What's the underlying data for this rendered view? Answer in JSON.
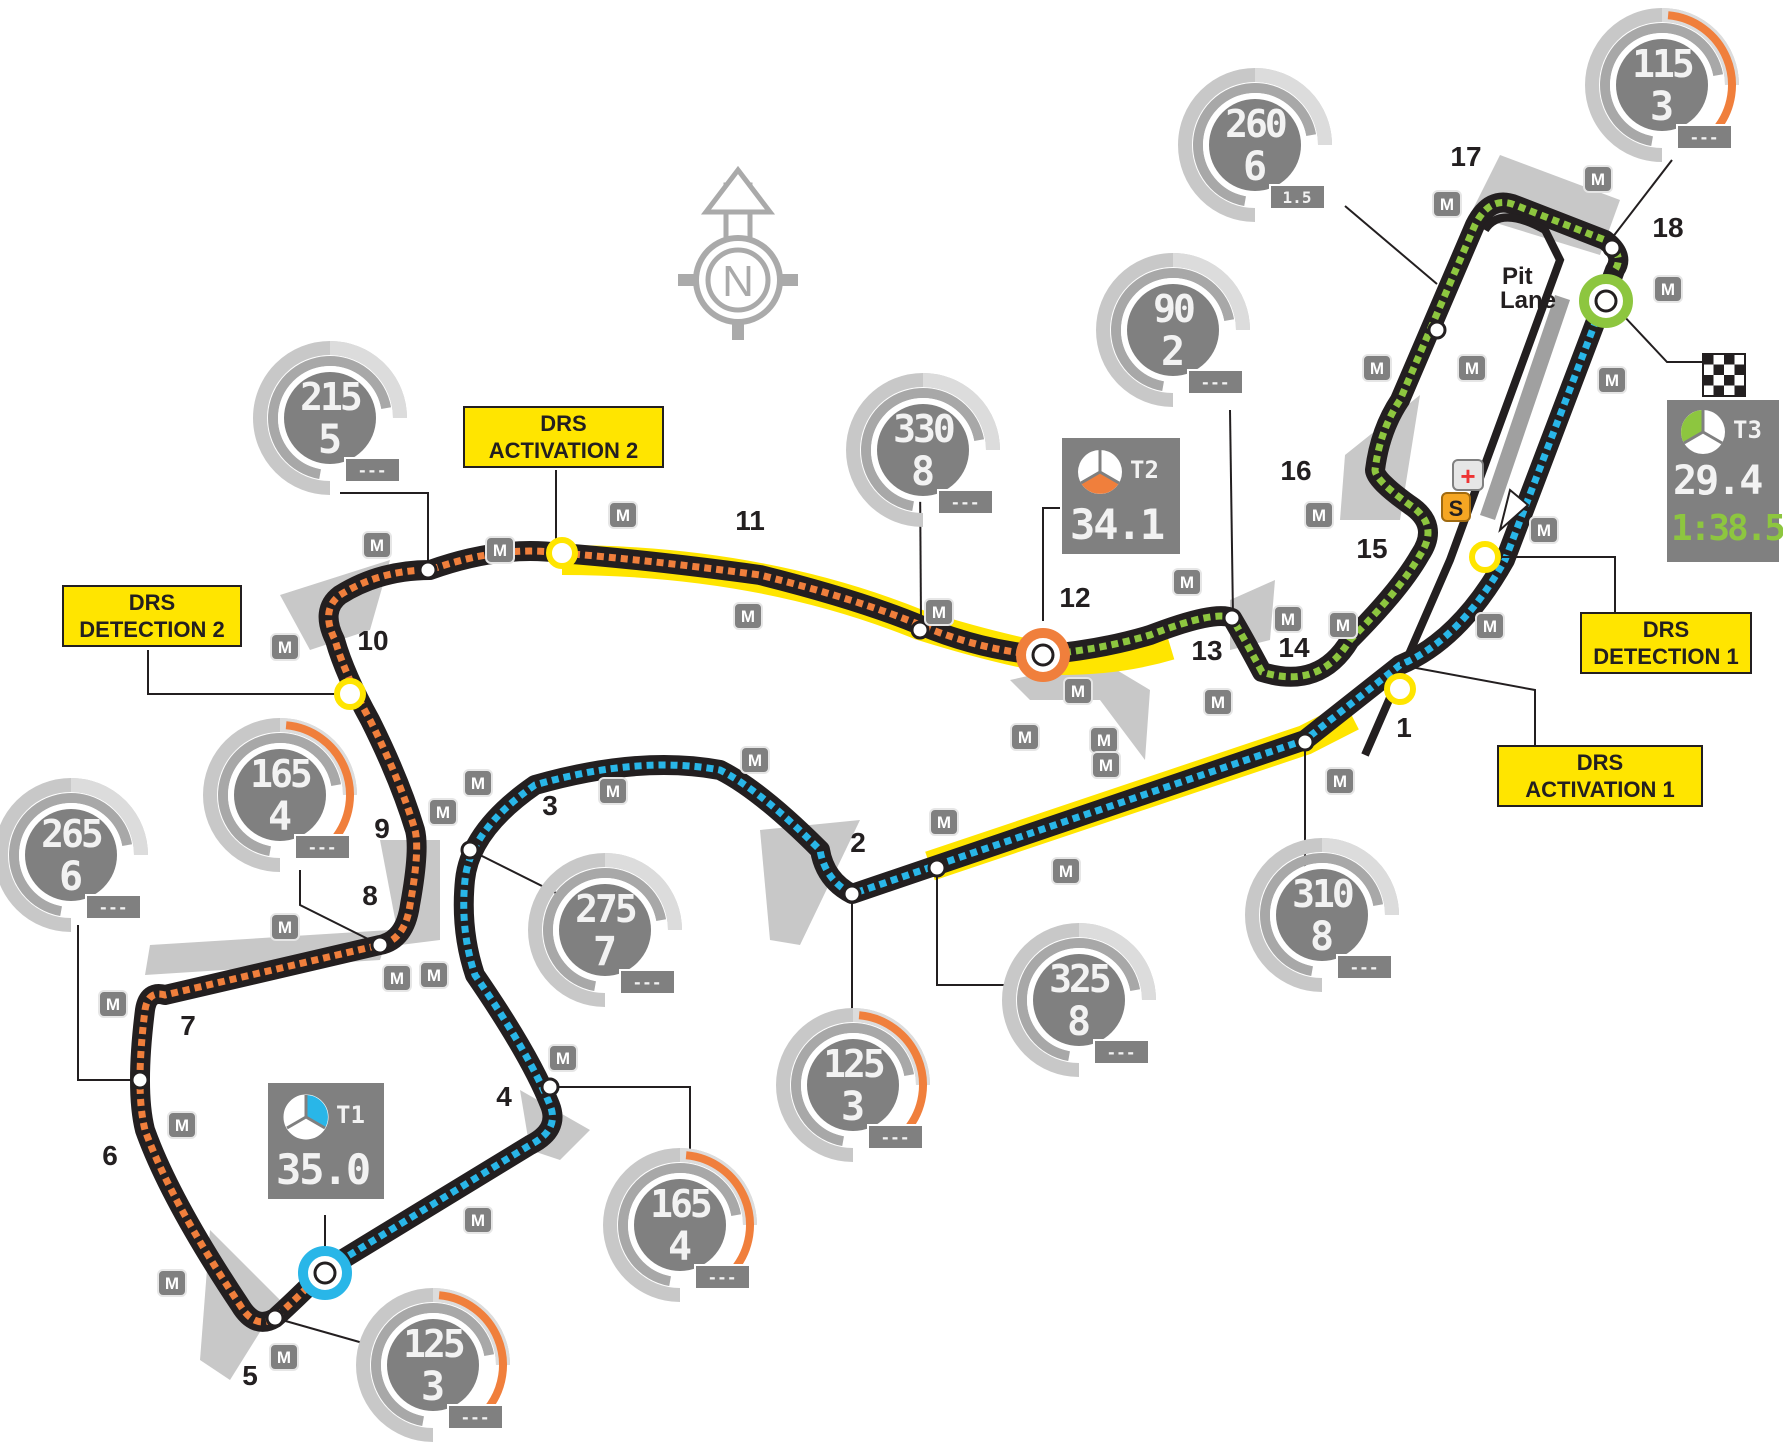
{
  "compass": {
    "letter": "N"
  },
  "pit_lane": {
    "line1": "Pit",
    "line2": "Lane"
  },
  "pit_markers": {
    "medical": "+",
    "safety": "S"
  },
  "drs": {
    "detection_1": {
      "line1": "DRS",
      "line2": "DETECTION 1"
    },
    "activation_1": {
      "line1": "DRS",
      "line2": "ACTIVATION 1"
    },
    "detection_2": {
      "line1": "DRS",
      "line2": "DETECTION 2"
    },
    "activation_2": {
      "line1": "DRS",
      "line2": "ACTIVATION 2"
    }
  },
  "sectors": {
    "t1": {
      "label": "T1",
      "time": "35.0",
      "color": "#29b6e8"
    },
    "t2": {
      "label": "T2",
      "time": "34.1",
      "color": "#f07f3c"
    },
    "t3": {
      "label": "T3",
      "time": "29.4",
      "lap": "1:38.5",
      "color": "#8dc63f"
    }
  },
  "marker_label": "M",
  "turns": [
    "1",
    "2",
    "3",
    "4",
    "5",
    "6",
    "7",
    "8",
    "9",
    "10",
    "11",
    "12",
    "13",
    "14",
    "15",
    "16",
    "17",
    "18"
  ],
  "gauges": [
    {
      "speed": "115",
      "gear": "3",
      "g": "---"
    },
    {
      "speed": "260",
      "gear": "6",
      "g": "1.5"
    },
    {
      "speed": "90",
      "gear": "2",
      "g": "---"
    },
    {
      "speed": "330",
      "gear": "8",
      "g": "---"
    },
    {
      "speed": "215",
      "gear": "5",
      "g": "---"
    },
    {
      "speed": "165",
      "gear": "4",
      "g": "---"
    },
    {
      "speed": "265",
      "gear": "6",
      "g": "---"
    },
    {
      "speed": "275",
      "gear": "7",
      "g": "---"
    },
    {
      "speed": "125",
      "gear": "3",
      "g": "---"
    },
    {
      "speed": "325",
      "gear": "8",
      "g": "---"
    },
    {
      "speed": "310",
      "gear": "8",
      "g": "---"
    },
    {
      "speed": "165",
      "gear": "4",
      "g": "---"
    },
    {
      "speed": "125",
      "gear": "3",
      "g": "---"
    }
  ],
  "colors": {
    "track": "#231f20",
    "drs_zone": "#ffe500",
    "runoff": "#c8c8c8",
    "gauge_dark": "#808080"
  }
}
